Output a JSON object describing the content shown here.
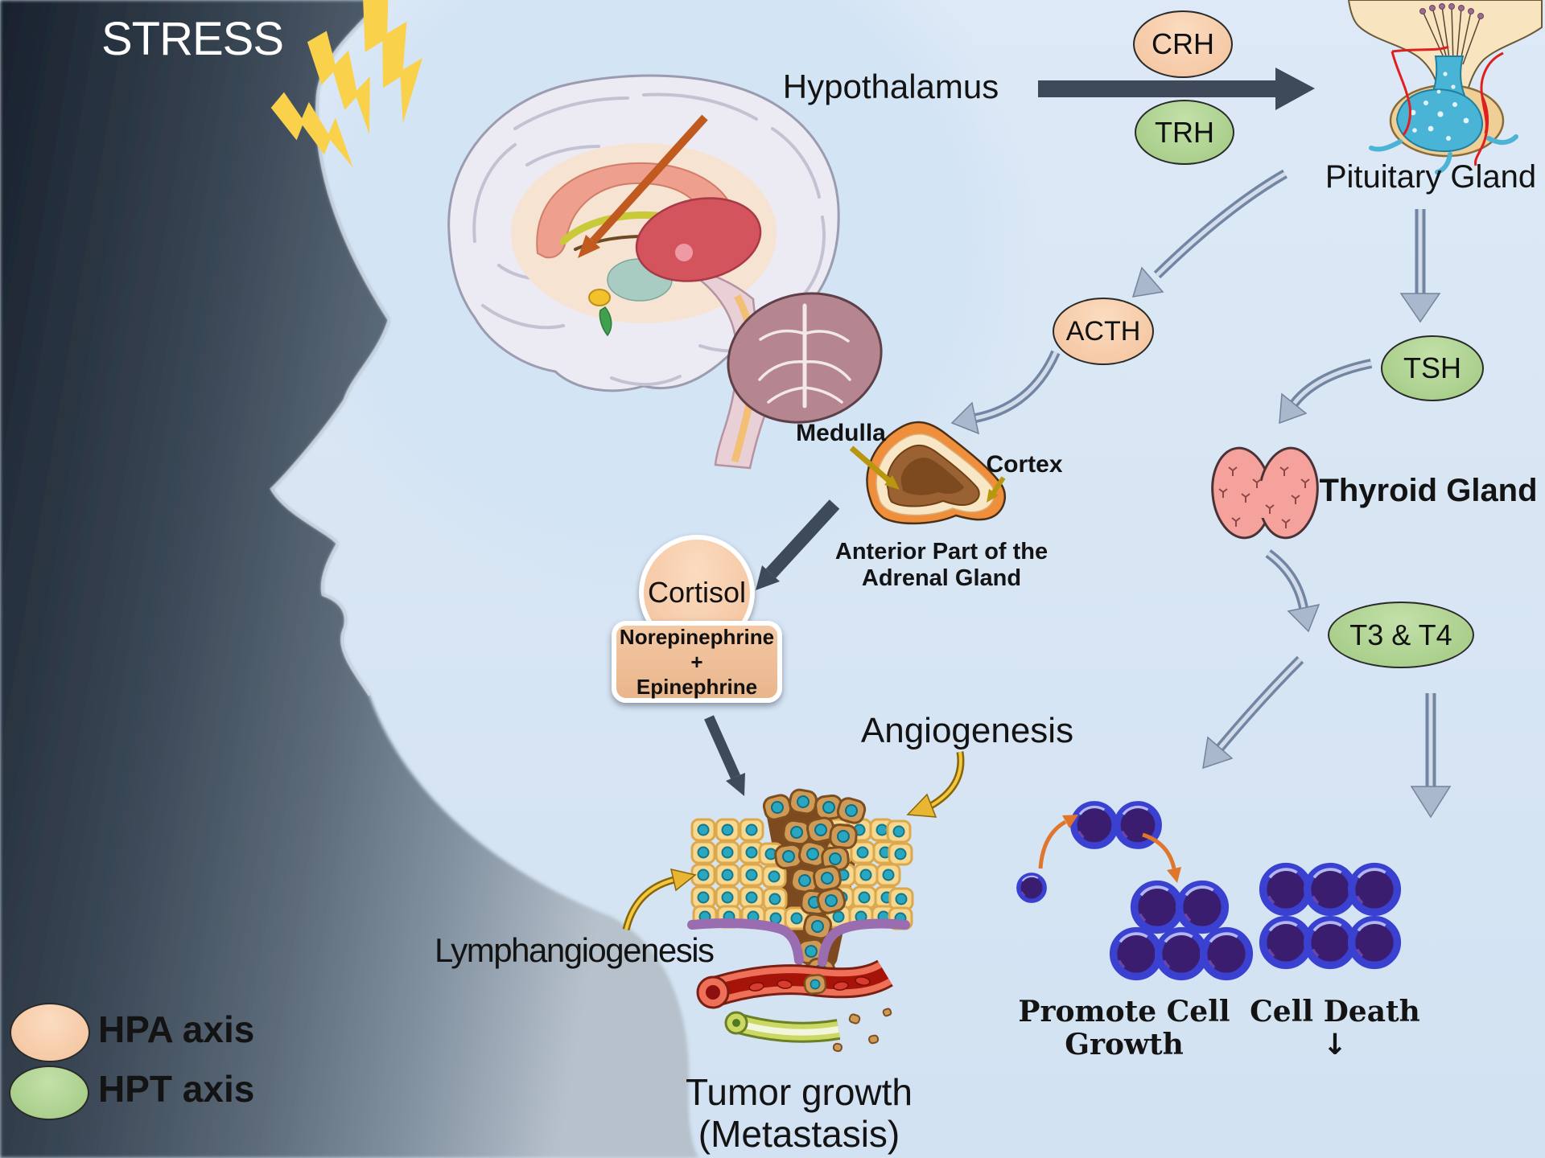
{
  "title": "STRESS",
  "brain": {
    "hypothalamus": "Hypothalamus"
  },
  "glands": {
    "pituitary": "Pituitary Gland",
    "thyroid": "Thyroid Gland",
    "medulla": "Medulla",
    "cortex": "Cortex",
    "adrenal_line1": "Anterior Part of the",
    "adrenal_line2": "Adrenal Gland"
  },
  "hormones": {
    "crh": "CRH",
    "trh": "TRH",
    "acth": "ACTH",
    "tsh": "TSH",
    "t3t4": "T3 & T4",
    "cortisol": "Cortisol",
    "norepinephrine": "Norepinephrine",
    "plus": "+",
    "epinephrine": "Epinephrine"
  },
  "effects": {
    "angiogenesis": "Angiogenesis",
    "lymphangiogenesis": "Lymphangiogenesis",
    "tumor_line1": "Tumor growth",
    "tumor_line2": "(Metastasis)",
    "promote_cell_growth": "Promote Cell Growth",
    "cell_death": "Cell Death",
    "cell_death_arrow": "↓"
  },
  "legend": {
    "hpa": {
      "label": "HPA axis",
      "color": "#f5c7a5"
    },
    "hpt": {
      "label": "HPT axis",
      "color": "#a7ce8a"
    }
  },
  "colors": {
    "background": "#dce9f6",
    "silhouette_dark": "#18212d",
    "hpa_fill": "#f5c7a5",
    "hpt_fill": "#a7ce8a",
    "slate_arrow": "#3e4a5a",
    "blue_gray_arrow": "#93a5c0",
    "gold_arrow": "#d9a421",
    "orange_arrow": "#e0762c",
    "hypothalamus_pointer": "#c05a1f",
    "cell_ring_blue": "#3a41d0",
    "cell_core_purple": "#3a1d6e",
    "lightning_yellow": "#f9d14b"
  }
}
